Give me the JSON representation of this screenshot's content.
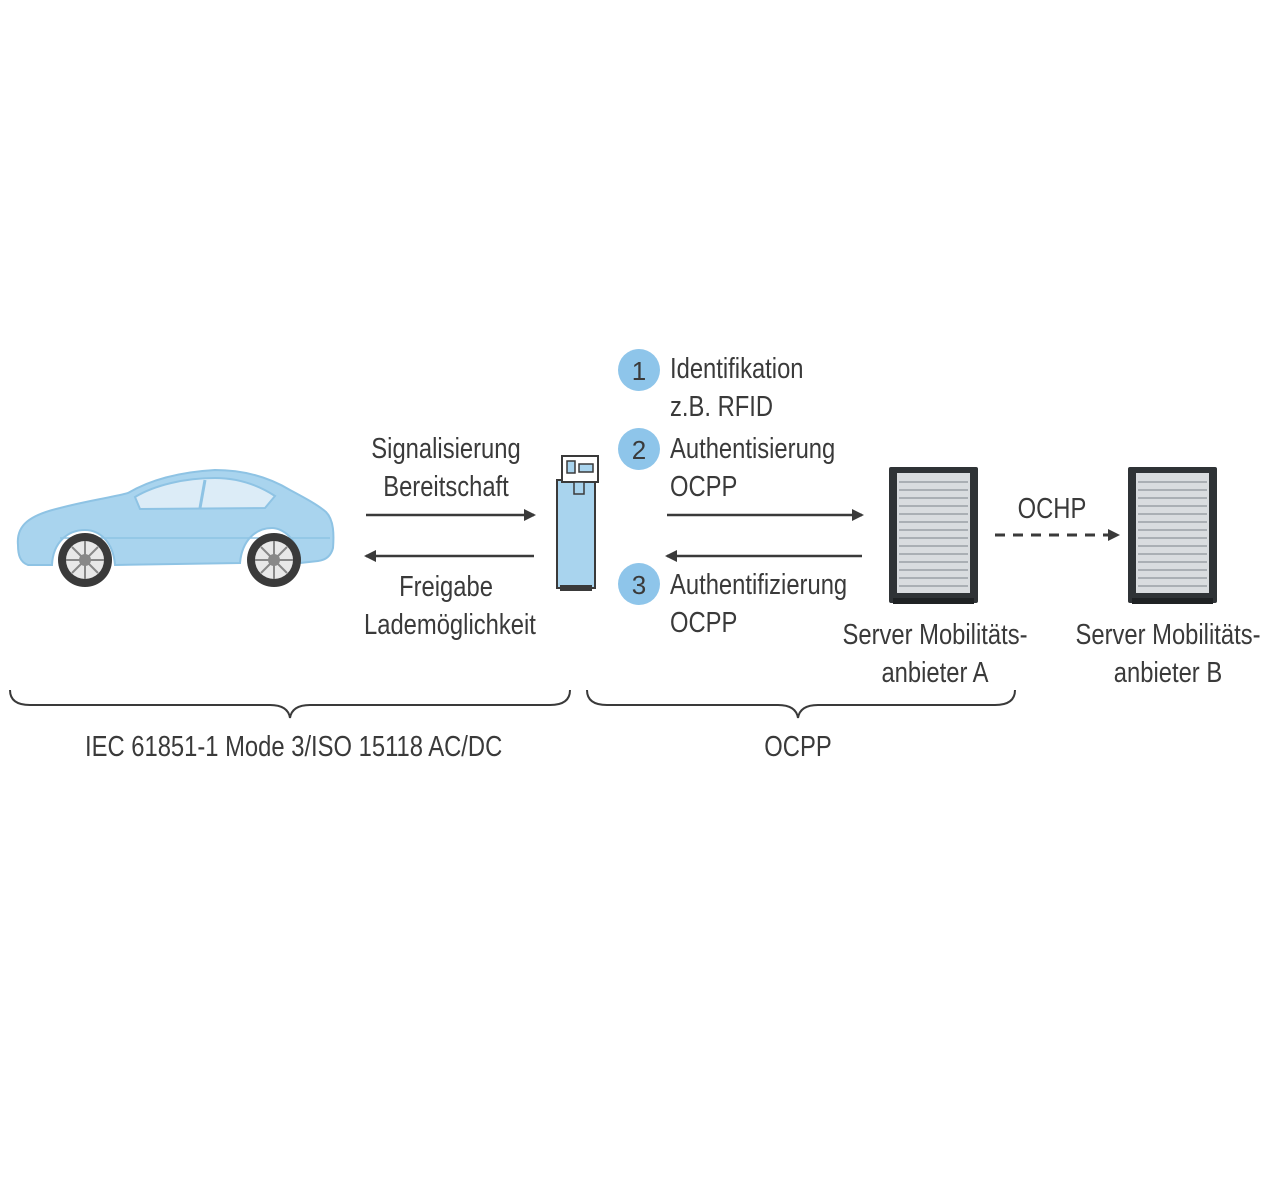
{
  "colors": {
    "car_body": "#a9d4ee",
    "car_outline": "#8ec3e4",
    "step_circle": "#8ec5ea",
    "arrow": "#3a3a3a",
    "server_frame": "#2f3336",
    "station_body": "#a9d4ee"
  },
  "left_flow": {
    "request_line1": "Signalisierung",
    "request_line2": "Bereitschaft",
    "response_line1": "Freigabe",
    "response_line2": "Lademöglichkeit"
  },
  "steps": [
    {
      "number": "1",
      "line1": "Identifikation",
      "line2": "z.B. RFID"
    },
    {
      "number": "2",
      "line1": "Authentisierung",
      "line2": "OCPP"
    },
    {
      "number": "3",
      "line1": "Authentifizierung",
      "line2": "OCPP"
    }
  ],
  "server_a": {
    "line1": "Server Mobilitäts-",
    "line2": "anbieter A"
  },
  "server_b": {
    "line1": "Server Mobilitäts-",
    "line2": "anbieter B"
  },
  "server_link_label": "OCHP",
  "brace_left_label": "IEC 61851-1 Mode 3/ISO 15118 AC/DC",
  "brace_right_label": "OCPP"
}
